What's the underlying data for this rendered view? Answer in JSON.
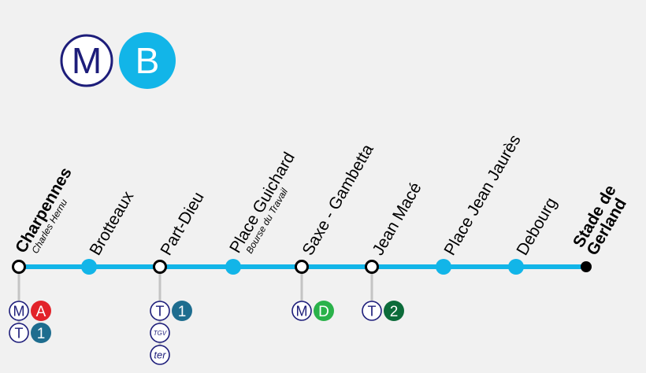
{
  "header": {
    "mode_letter": "M",
    "line_letter": "B",
    "colors": {
      "mode_ring": "#1d1d7a",
      "line_badge": "#12b5e8"
    }
  },
  "line_color": "#12b5e8",
  "stations": [
    {
      "name": "Charpennes",
      "subtitle": "Charles Hernu",
      "terminus": true,
      "interchange": true,
      "bold": true,
      "connections": [
        {
          "symbol": "M",
          "line": "A",
          "color": "#e2232a"
        },
        {
          "symbol": "T",
          "line": "1",
          "color": "#1e6d8f"
        }
      ]
    },
    {
      "name": "Brotteaux",
      "subtitle": "",
      "terminus": false,
      "interchange": false,
      "bold": false,
      "connections": []
    },
    {
      "name": "Part-Dieu",
      "subtitle": "",
      "terminus": false,
      "interchange": true,
      "bold": false,
      "connections": [
        {
          "symbol": "T",
          "line": "1",
          "color": "#1e6d8f"
        },
        {
          "symbol": "TGV",
          "line": "",
          "color": ""
        },
        {
          "symbol": "ter",
          "line": "",
          "color": ""
        }
      ]
    },
    {
      "name": "Place Guichard",
      "subtitle": "Bourse du Travail",
      "terminus": false,
      "interchange": false,
      "bold": false,
      "connections": []
    },
    {
      "name": "Saxe - Gambetta",
      "subtitle": "",
      "terminus": false,
      "interchange": true,
      "bold": false,
      "connections": [
        {
          "symbol": "M",
          "line": "D",
          "color": "#2ab24a"
        }
      ]
    },
    {
      "name": "Jean Macé",
      "subtitle": "",
      "terminus": false,
      "interchange": true,
      "bold": false,
      "connections": [
        {
          "symbol": "T",
          "line": "2",
          "color": "#0c6b3a"
        }
      ]
    },
    {
      "name": "Place Jean Jaurès",
      "subtitle": "",
      "terminus": false,
      "interchange": false,
      "bold": false,
      "connections": []
    },
    {
      "name": "Debourg",
      "subtitle": "",
      "terminus": false,
      "interchange": false,
      "bold": false,
      "connections": []
    },
    {
      "name": "Stade de Gerland",
      "name_lines": [
        "Stade de",
        "Gerland"
      ],
      "subtitle": "",
      "terminus": true,
      "interchange": false,
      "bold": true,
      "connections": []
    }
  ]
}
